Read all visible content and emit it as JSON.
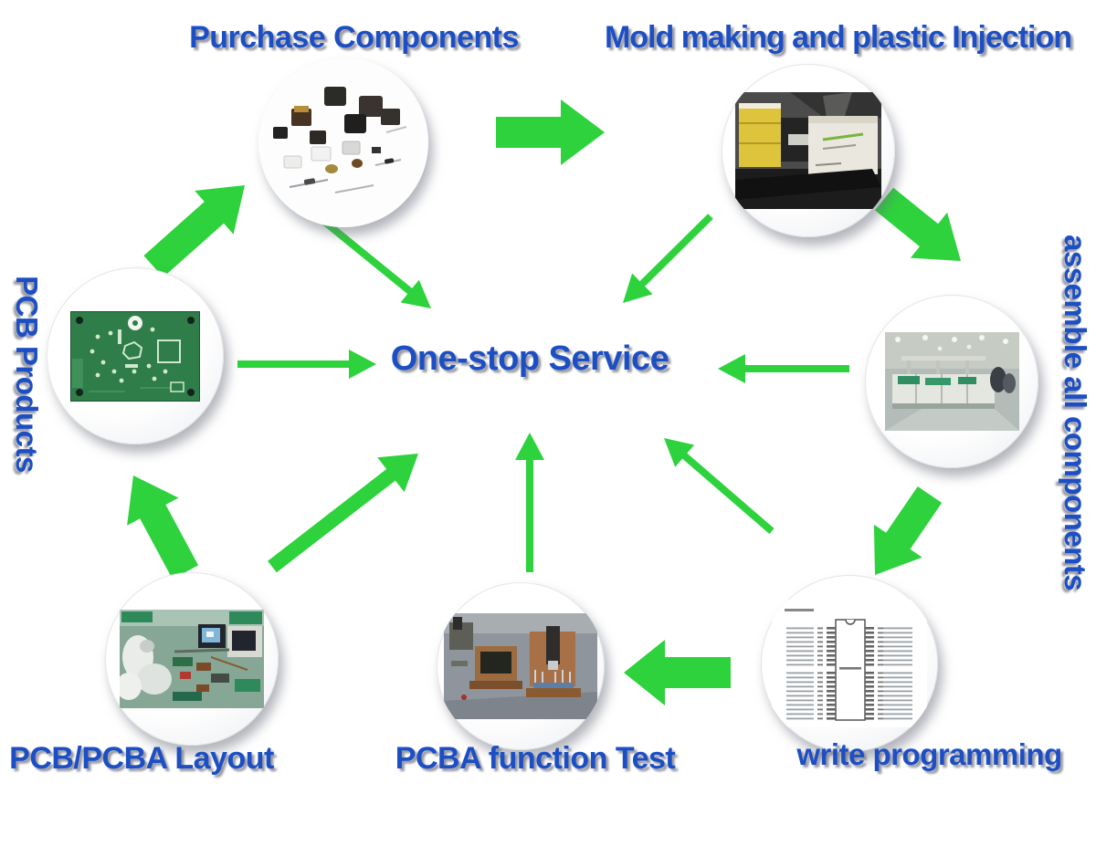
{
  "title": "One-stop Service",
  "colors": {
    "label_blue": "#1c4fc4",
    "arrow_green": "#2dd23c",
    "background": "#ffffff"
  },
  "center": {
    "label": "One-stop Service"
  },
  "nodes": {
    "purchase": {
      "label": "Purchase Components",
      "image": "electronic-components-photo"
    },
    "mold": {
      "label": "Mold making and plastic Injection",
      "image": "injection-molding-machine-photo"
    },
    "pcb_products": {
      "label": "PCB Products",
      "image": "green-pcb-photo"
    },
    "assemble": {
      "label": "assemble all components",
      "image": "smt-assembly-line-photo"
    },
    "layout": {
      "label": "PCB/PCBA Layout",
      "image": "layout-workstation-photo"
    },
    "test": {
      "label": "PCBA function Test",
      "image": "test-fixture-photo"
    },
    "programming": {
      "label": "write programming",
      "image": "ic-pinout-diagram"
    }
  },
  "connections": [
    {
      "from": "PCB Products",
      "to": "Purchase Components",
      "style": "thick"
    },
    {
      "from": "Purchase Components",
      "to": "Mold making and plastic Injection",
      "style": "thick"
    },
    {
      "from": "Mold making and plastic Injection",
      "to": "assemble all components",
      "style": "thick"
    },
    {
      "from": "assemble all components",
      "to": "write programming",
      "style": "thick"
    },
    {
      "from": "write programming",
      "to": "PCBA function Test",
      "style": "thick"
    },
    {
      "from": "PCB/PCBA Layout",
      "to": "PCB Products",
      "style": "thick"
    },
    {
      "from": "PCB/PCBA Layout",
      "to": "One-stop Service",
      "style": "medium"
    },
    {
      "from": "Purchase Components",
      "to": "One-stop Service",
      "style": "thin"
    },
    {
      "from": "Mold making and plastic Injection",
      "to": "One-stop Service",
      "style": "thin"
    },
    {
      "from": "PCB Products",
      "to": "One-stop Service",
      "style": "thin"
    },
    {
      "from": "assemble all components",
      "to": "One-stop Service",
      "style": "thin"
    },
    {
      "from": "PCBA function Test",
      "to": "One-stop Service",
      "style": "thin"
    },
    {
      "from": "write programming",
      "to": "One-stop Service",
      "style": "thin"
    }
  ]
}
